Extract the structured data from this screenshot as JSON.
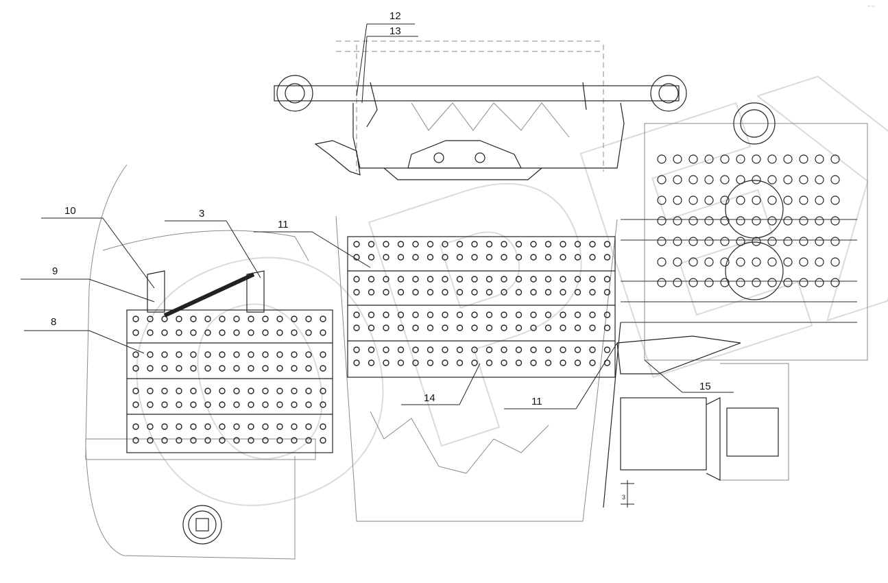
{
  "callouts": {
    "c12": "12",
    "c13": "13",
    "c10": "10",
    "c3": "3",
    "c11_top": "11",
    "c9": "9",
    "c8": "8",
    "c14": "14",
    "c11_bottom": "11",
    "c15": "15"
  },
  "watermark_text": "OPEX",
  "dimension_text": "3",
  "corner_mark": "ᶜᴾ ⁿⁿⁿ",
  "colors": {
    "line": "#222222",
    "faint": "#8a8a8a",
    "watermark": "#bdbdbd"
  }
}
